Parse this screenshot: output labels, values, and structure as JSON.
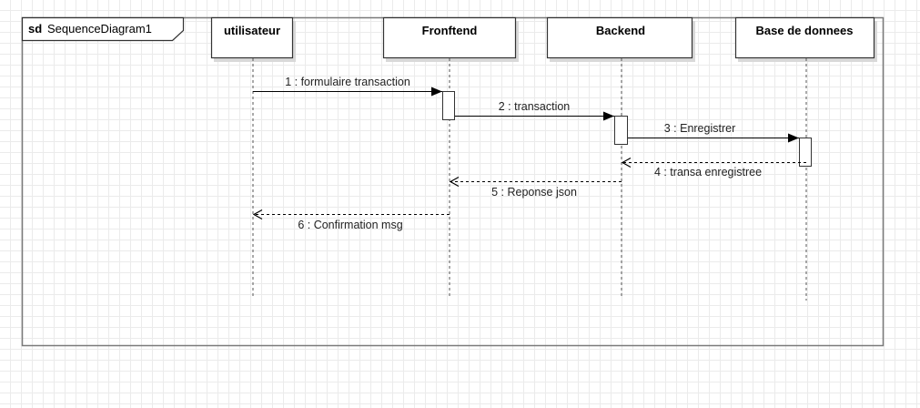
{
  "frame": {
    "keyword": "sd",
    "name": "SequenceDiagram1"
  },
  "lifelines": [
    {
      "id": "utilisateur",
      "label": "utilisateur"
    },
    {
      "id": "frontend",
      "label": "Fronftend"
    },
    {
      "id": "backend",
      "label": "Backend"
    },
    {
      "id": "db",
      "label": "Base de donnees"
    }
  ],
  "messages": [
    {
      "number": 1,
      "label": "1 : formulaire transaction",
      "from": "utilisateur",
      "to": "frontend",
      "kind": "synchronous"
    },
    {
      "number": 2,
      "label": "2 : transaction",
      "from": "frontend",
      "to": "backend",
      "kind": "synchronous"
    },
    {
      "number": 3,
      "label": "3 : Enregistrer",
      "from": "backend",
      "to": "db",
      "kind": "synchronous"
    },
    {
      "number": 4,
      "label": "4 : transa enregistree",
      "from": "db",
      "to": "backend",
      "kind": "reply"
    },
    {
      "number": 5,
      "label": "5 : Reponse json",
      "from": "backend",
      "to": "frontend",
      "kind": "reply"
    },
    {
      "number": 6,
      "label": "6 : Confirmation msg",
      "from": "frontend",
      "to": "utilisateur",
      "kind": "reply"
    }
  ]
}
